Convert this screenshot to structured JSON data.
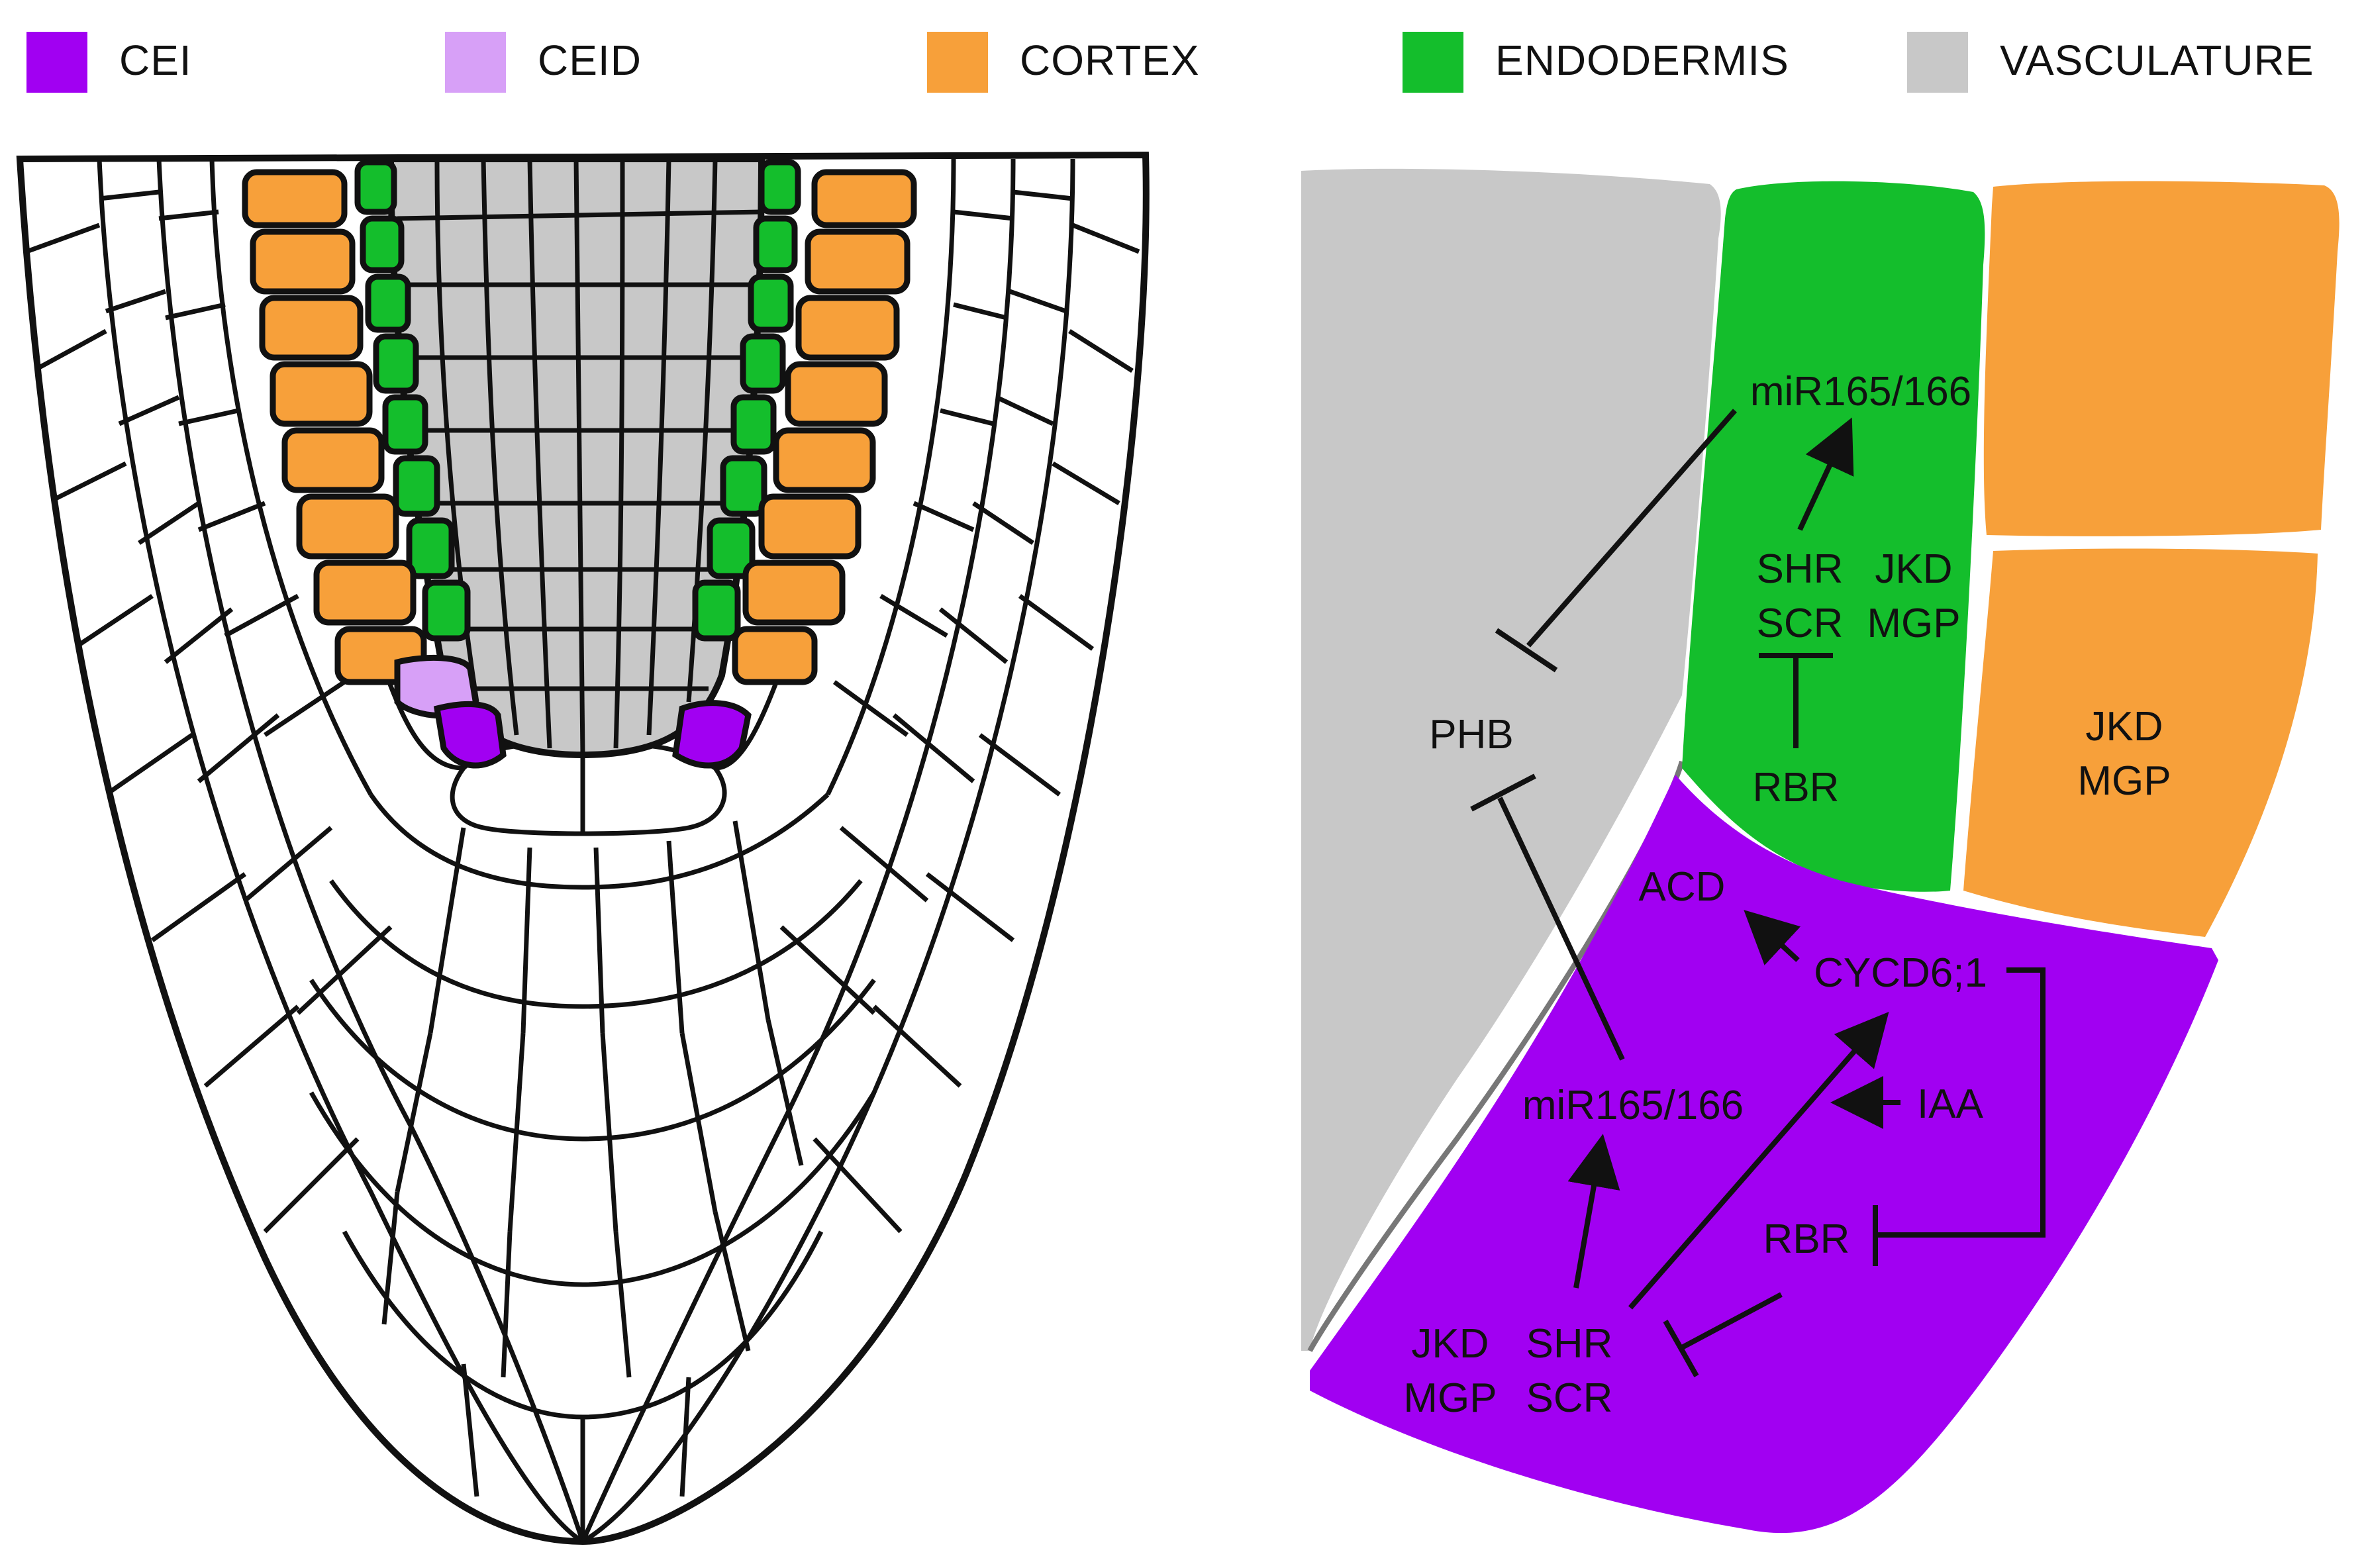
{
  "legend": [
    {
      "label": "CEI",
      "color": "#A100F2"
    },
    {
      "label": "CEID",
      "color": "#D7A0F7"
    },
    {
      "label": "CORTEX",
      "color": "#F7A03A"
    },
    {
      "label": "ENDODERMIS",
      "color": "#14BE2C"
    },
    {
      "label": "VASCULATURE",
      "color": "#C8C8C8"
    }
  ],
  "diagram": {
    "endodermis": {
      "mir": "miR165/166",
      "shr": "SHR",
      "jkd": "JKD",
      "scr": "SCR",
      "mgp": "MGP",
      "rbr": "RBR"
    },
    "cortex": {
      "jkd": "JKD",
      "mgp": "MGP"
    },
    "vasculature": {
      "phb": "PHB"
    },
    "cei": {
      "acd": "ACD",
      "cycd": "CYCD6;1",
      "mir": "miR165/166",
      "iaa": "IAA",
      "rbr": "RBR",
      "jkd": "JKD",
      "shr": "SHR",
      "mgp": "MGP",
      "scr": "SCR"
    }
  }
}
